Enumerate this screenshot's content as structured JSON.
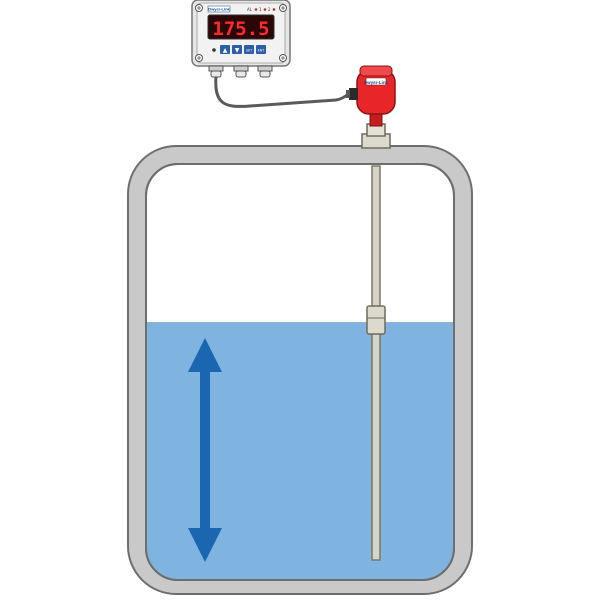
{
  "display": {
    "reading": "175.5",
    "brand": "Dwyer-Link",
    "keys": [
      "▲",
      "▼",
      "SET",
      "ENT"
    ],
    "indicator_labels": [
      "AL",
      "1",
      "2"
    ]
  },
  "sensor": {
    "brand": "Dwyer-Link"
  },
  "liquid": {
    "level_fraction": 0.62
  },
  "colors": {
    "tank_frame": "#c9c9c9",
    "tank_outline": "#6e6e6e",
    "liquid": "#7fb3e0",
    "arrow": "#1a66b0",
    "sensor_head": "#e8262a",
    "display_digits": "#ff2a2a",
    "probe": "#d6d4c6"
  },
  "icons": {
    "level_arrow": "double-headed-vertical-arrow-icon",
    "screws": "screw-icon"
  }
}
